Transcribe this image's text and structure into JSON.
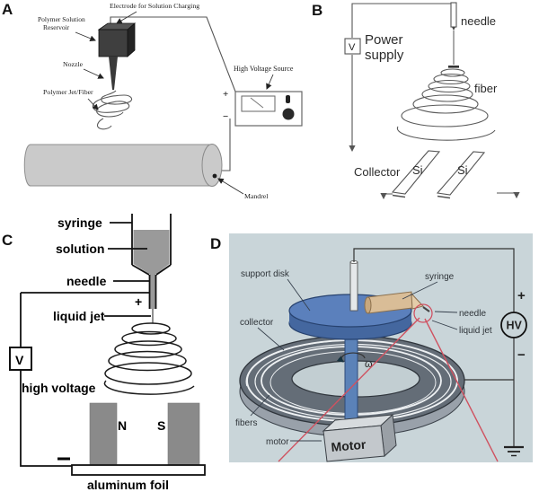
{
  "figure_title": "Electrospinning setups (four schematic panels)",
  "colors": {
    "panel_d_bg": "#c9d5d9",
    "disk_blue": "#5b80bc",
    "disk_band_blue": "#44679f",
    "ring_gray": "#646d77",
    "ring_side_gray": "#99a1aa",
    "hole_fill": "#c2ced2",
    "shaft_blue": "#5b82b8",
    "syringe_tan": "#d9bd97",
    "jet_red": "#cf5260",
    "mandrel_gray": "#cacaca",
    "magnet_gray": "#8a8a8a",
    "reservoir_dark": "#3f3f3f",
    "solution_gray": "#9a9a9a",
    "motor_face": "#c3c8cc"
  },
  "panelA": {
    "tag": "A",
    "labels": {
      "electrode": "Electrode for Solution Charging",
      "reservoir_line1": "Polymer Solution",
      "reservoir_line2": "Reservoir",
      "nozzle": "Nozzle",
      "jet": "Polymer Jet/Fiber",
      "hv_source": "High Voltage Source",
      "plus": "+",
      "minus": "−",
      "mandrel": "Mandrel"
    }
  },
  "panelB": {
    "tag": "B",
    "labels": {
      "needle": "needle",
      "power_line1": "Power",
      "power_line2": "supply",
      "v": "V",
      "fiber": "fiber",
      "collector": "Collector",
      "si_left": "Si",
      "si_right": "Si"
    }
  },
  "panelC": {
    "tag": "C",
    "labels": {
      "syringe": "syringe",
      "solution": "solution",
      "needle": "needle",
      "plus": "+",
      "liquid_jet": "liquid jet",
      "v": "V",
      "high_voltage": "high voltage",
      "n": "N",
      "s": "S",
      "aluminum_foil": "aluminum foil"
    }
  },
  "panelD": {
    "tag": "D",
    "labels": {
      "support_disk": "support disk",
      "collector": "collector",
      "fibers": "fibers",
      "motor": "motor",
      "motor_box": "Motor",
      "syringe": "syringe",
      "needle": "needle",
      "liquid_jet": "liquid jet",
      "omega": "ω",
      "hv": "HV",
      "plus": "+",
      "minus": "−"
    }
  }
}
